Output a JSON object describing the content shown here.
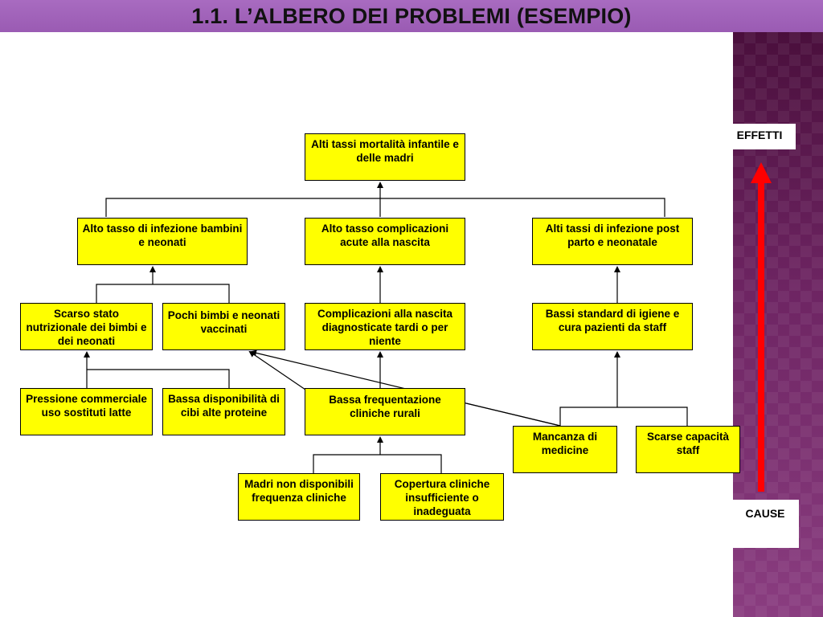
{
  "title": "1.1. L’ALBERO DEI PROBLEMI (ESEMPIO)",
  "labels": {
    "effects": "EFFETTI",
    "causes": "CAUSE"
  },
  "colors": {
    "node_fill": "#ffff00",
    "title_bar": "#9a5bb3",
    "side_band": "#6b1f5b",
    "arrow_red": "#ff0000"
  },
  "nodes": {
    "core": "Alti tassi mortalità infantile e delle madri",
    "effect_1": "Alto tasso di infezione bambini e neonati",
    "effect_2": "Alto tasso complicazioni acute alla nascita",
    "effect_3": "Alti tassi di infezione post parto e neonatale",
    "cause_1a": "Scarso stato nutrizionale dei bimbi e dei neonati",
    "cause_1b": "Pochi bimbi e neonati vaccinati",
    "cause_2": "Complicazioni alla nascita diagnosticate tardi o per niente",
    "cause_3": "Bassi standard di igiene e cura pazienti da staff",
    "root_1": "Pressione commerciale uso sostituti latte",
    "root_2": "Bassa disponibilità di cibi alte proteine",
    "root_3": "Bassa frequentazione cliniche rurali",
    "root_4": "Mancanza di medicine",
    "root_5": "Scarse capacità staff",
    "root_6": "Madri non disponibili frequenza cliniche",
    "root_7": "Copertura cliniche insufficiente o inadeguata"
  }
}
